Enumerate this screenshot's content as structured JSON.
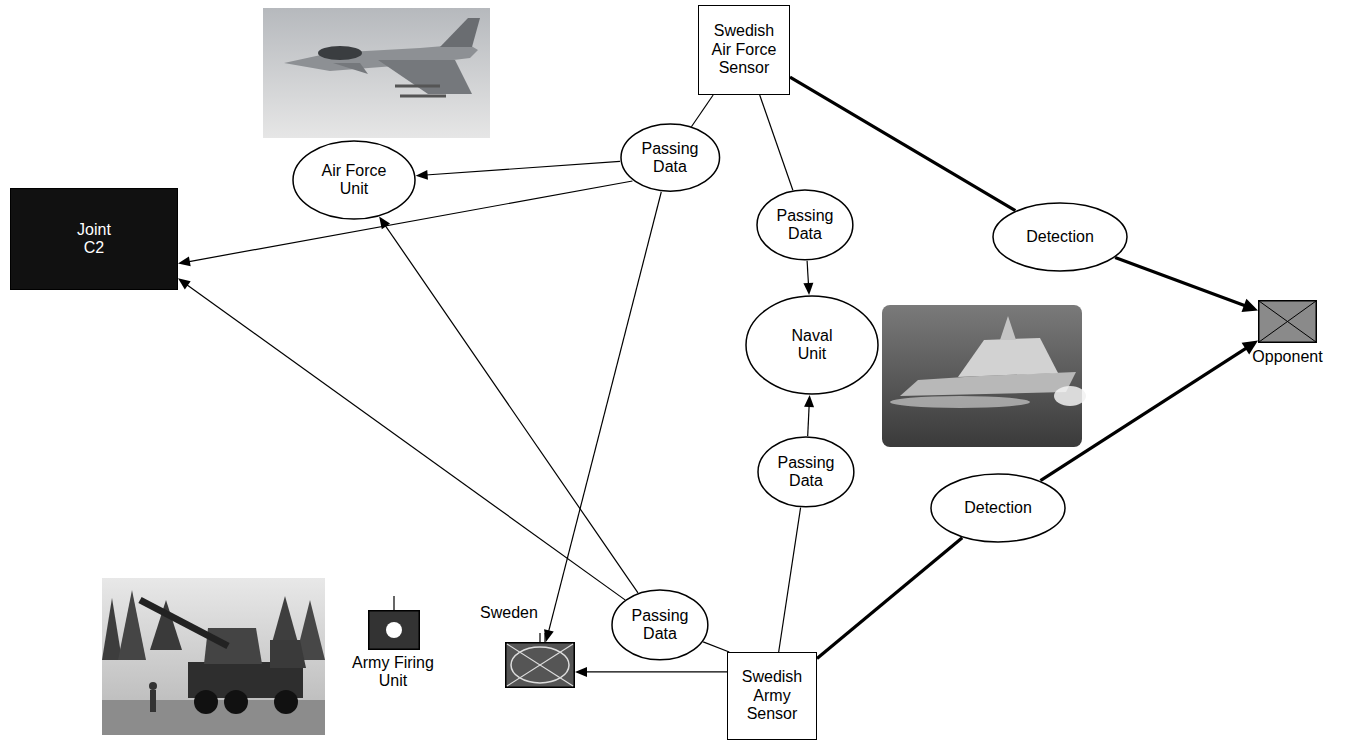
{
  "diagram": {
    "nodes": [
      {
        "text": [
          "Swedish Air Force Sensor"
        ]
      },
      {
        "text": [
          "Air Force Unit"
        ]
      },
      {
        "text": [
          "Passing Data"
        ]
      },
      {
        "text": [
          "Passing Data"
        ]
      },
      {
        "text": [
          "Detection"
        ]
      },
      {
        "text": [
          "Joint C2"
        ]
      },
      {
        "text": [
          "Naval Unit"
        ]
      },
      {
        "text": [
          "Opponent"
        ]
      },
      {
        "text": [
          "Detection"
        ]
      },
      {
        "text": [
          "Passing Data"
        ]
      },
      {
        "text": [
          "Passing Data"
        ]
      },
      {
        "text": [
          "Sweden"
        ]
      },
      {
        "text": [
          "Army Firing Unit"
        ]
      },
      {
        "text": [
          "Swedish Army Sensor"
        ]
      }
    ],
    "edges": [
      {
        "from": 0,
        "to": 2,
        "arrow": "none"
      },
      {
        "from": 2,
        "to": 1,
        "arrow": "to"
      },
      {
        "from": 2,
        "to": 5,
        "arrow": "to"
      },
      {
        "from": 2,
        "to": 11,
        "arrow": "to"
      },
      {
        "from": 0,
        "to": 3,
        "arrow": "none"
      },
      {
        "from": 3,
        "to": 6,
        "arrow": "to"
      },
      {
        "from": 0,
        "to": 4,
        "arrow": "none"
      },
      {
        "from": 4,
        "to": 7,
        "arrow": "to"
      },
      {
        "from": 13,
        "to": 9,
        "arrow": "none"
      },
      {
        "from": 9,
        "to": 6,
        "arrow": "to"
      },
      {
        "from": 13,
        "to": 8,
        "arrow": "none"
      },
      {
        "from": 8,
        "to": 7,
        "arrow": "to"
      },
      {
        "from": 13,
        "to": 11,
        "arrow": "to"
      },
      {
        "from": 13,
        "to": 10,
        "arrow": "none"
      },
      {
        "from": 10,
        "to": 5,
        "arrow": "to"
      },
      {
        "from": 10,
        "to": 1,
        "arrow": "to"
      }
    ]
  }
}
